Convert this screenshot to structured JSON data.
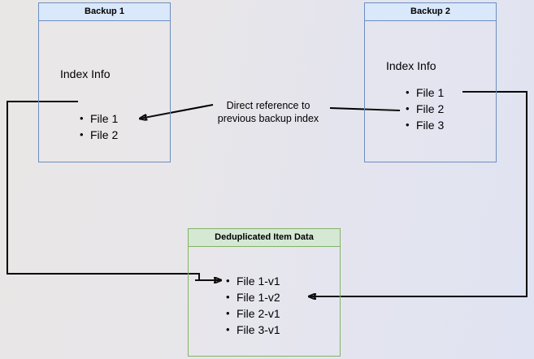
{
  "diagram": {
    "title_note": "Direct reference to\nprevious backup index",
    "colors": {
      "blue_border": "#6c8ebf",
      "blue_fill": "#dae8fc",
      "green_border": "#82b366",
      "green_fill": "#d5e8d4",
      "edge": "#000000"
    },
    "boxes": [
      {
        "id": "backup1",
        "header": "Backup 1",
        "section_label": "Index Info",
        "items": [
          "File 1",
          "File 2"
        ]
      },
      {
        "id": "backup2",
        "header": "Backup 2",
        "section_label": "Index Info",
        "items": [
          "File 1",
          "File 2",
          "File 3"
        ]
      },
      {
        "id": "dedup",
        "header": "Deduplicated Item Data",
        "section_label": "",
        "items": [
          "File 1-v1",
          "File 1-v2",
          "File 2-v1",
          "File 3-v1"
        ]
      }
    ],
    "edges": [
      {
        "id": "backup2-to-backup1",
        "label": "Direct reference to previous backup index",
        "from": "backup2.File 2",
        "to": "backup1.File 2"
      },
      {
        "id": "backup1-to-dedup",
        "from": "backup1.File 1",
        "to": "dedup.File 1-v1"
      },
      {
        "id": "backup2-to-dedup",
        "from": "backup2.File 1",
        "to": "dedup.File 1-v2"
      }
    ]
  }
}
